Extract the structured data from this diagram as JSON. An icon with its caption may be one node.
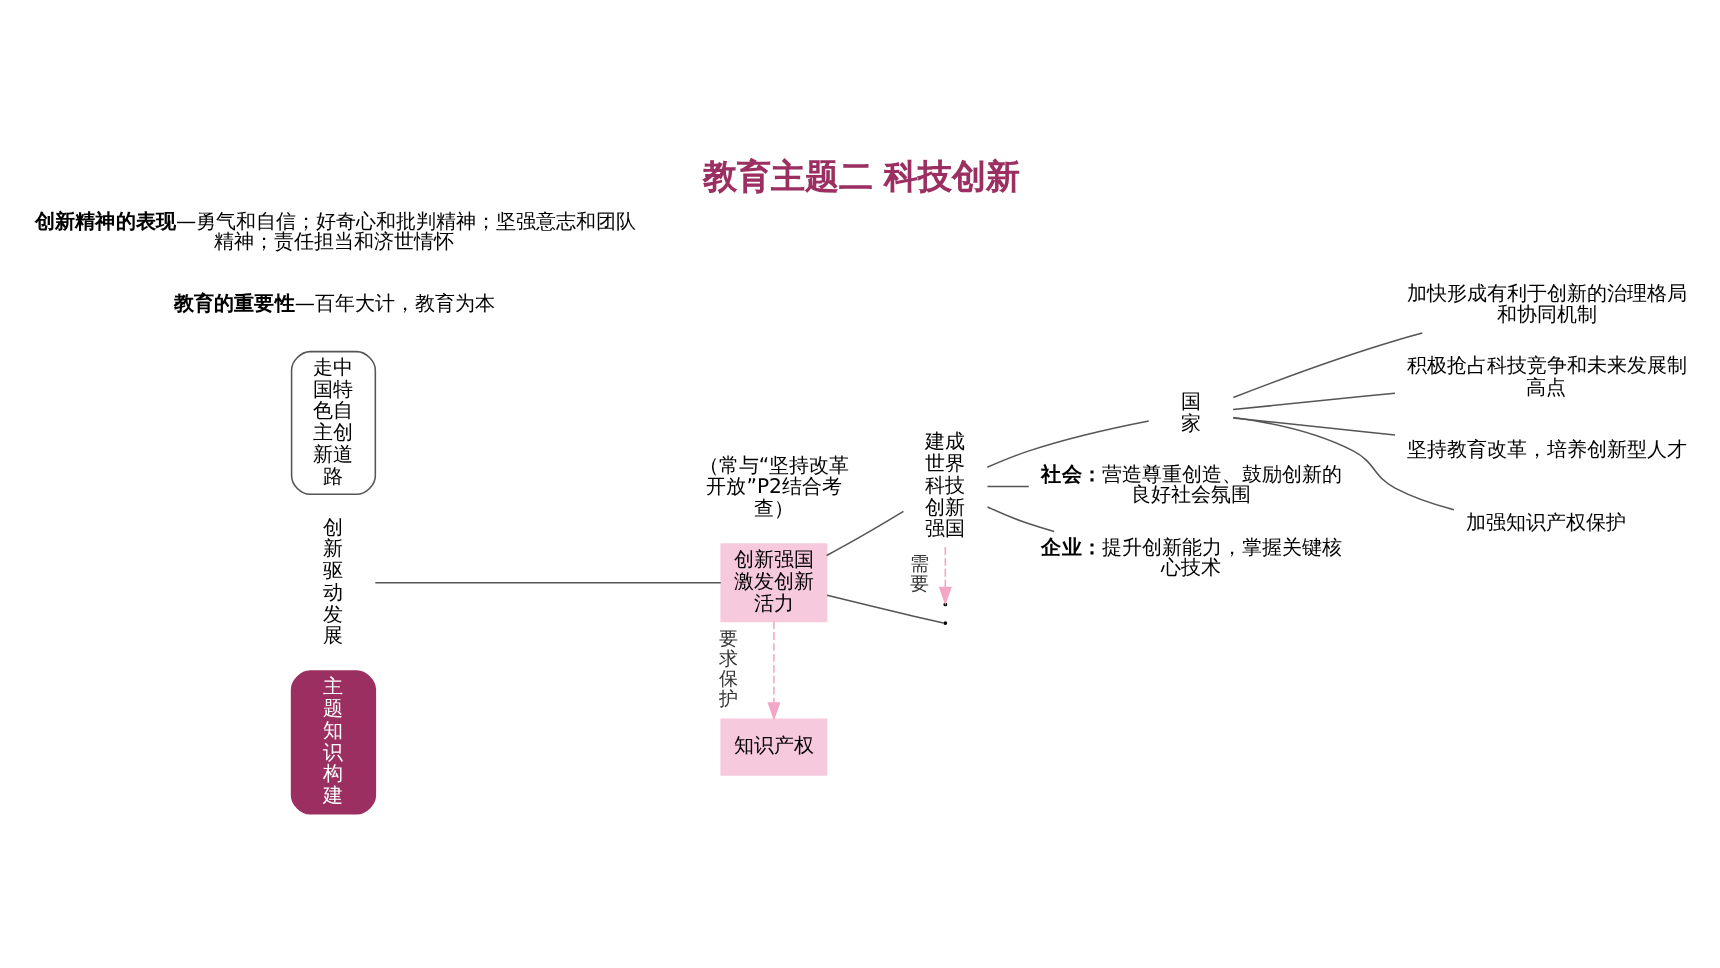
{
  "diagram": {
    "title": "教育主题二 科技创新",
    "nodes": [
      {
        "text": [
          "主题知识构建"
        ]
      },
      {
        "text": [
          "创新驱动发展"
        ]
      },
      {
        "text": [
          "创新强国激发创新活力"
        ],
        "beside": [
          "（常与“坚持改革开放”P2结合考查）"
        ]
      },
      {
        "text": [
          "建成世界科技创新强国"
        ]
      },
      {
        "text": [
          "知识产权"
        ]
      },
      {
        "text": [
          "国家"
        ]
      },
      {
        "text": [
          "加快形成有利于创新的治理格局和协同机制"
        ]
      },
      {
        "text": [
          "积极抢占科技竞争和未来发展制高点"
        ]
      },
      {
        "text": [
          "坚持教育改革，培养创新型人才"
        ]
      },
      {
        "text": [
          "加强知识产权保护"
        ]
      },
      {
        "text": [
          "**社会：**营造尊重创造、鼓励创新的良好社会氛围"
        ]
      },
      {
        "text": [
          "**企业：**提升创新能力，掌握关键核心技术"
        ]
      },
      {
        "text": [
          "走中国特色自主创新道路"
        ]
      }
    ],
    "edges": [
      {
        "from": 1,
        "to": 2,
        "arrow": "none"
      },
      {
        "from": 2,
        "to": 3,
        "arrow": "none"
      },
      {
        "from": 2,
        "to": null,
        "arrow": "none"
      },
      {
        "from": 2,
        "to": 4,
        "arrow": "to",
        "label": "要求保护",
        "style": "dashed",
        "color": "#f4a6c6"
      },
      {
        "from": 3,
        "to": null,
        "arrow": "to",
        "label": "需要",
        "style": "dashed",
        "color": "#f4a6c6"
      },
      {
        "from": 3,
        "to": 5,
        "arrow": "none"
      },
      {
        "from": 3,
        "to": 10,
        "arrow": "none"
      },
      {
        "from": 3,
        "to": 11,
        "arrow": "none"
      },
      {
        "from": 5,
        "to": 6,
        "arrow": "none"
      },
      {
        "from": 5,
        "to": 7,
        "arrow": "none"
      },
      {
        "from": 5,
        "to": 8,
        "arrow": "none"
      },
      {
        "from": 5,
        "to": 9,
        "arrow": "none"
      }
    ],
    "labels": [
      "**教育的重要性**—百年大计，教育为本",
      "**创新精神的表现**—勇气和自信；好奇心和批判精神；坚强意志和团队精神；责任担当和济世情怀"
    ]
  }
}
